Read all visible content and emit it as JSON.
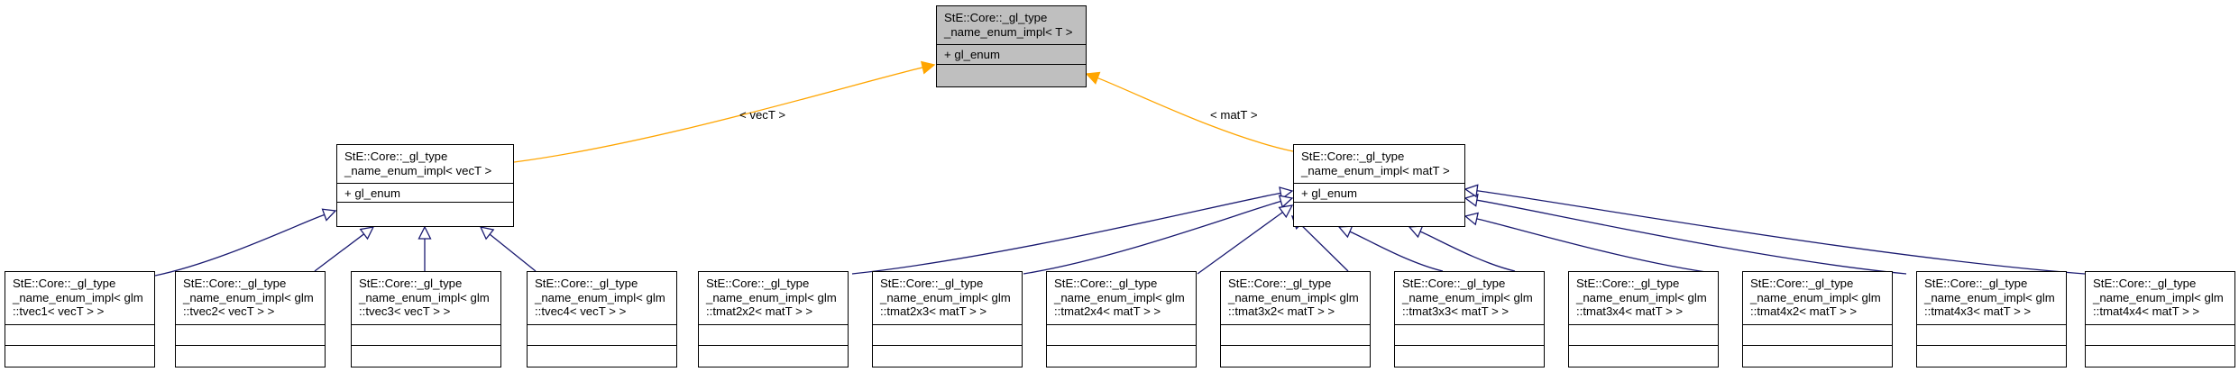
{
  "diagram": {
    "root": {
      "title_lines": [
        "StE::Core::_gl_type",
        "_name_enum_impl< T >"
      ],
      "member": "+ gl_enum"
    },
    "vec": {
      "title_lines": [
        "StE::Core::_gl_type",
        "_name_enum_impl< vecT >"
      ],
      "member": "+ gl_enum",
      "edge_label": "< vecT >"
    },
    "mat": {
      "title_lines": [
        "StE::Core::_gl_type",
        "_name_enum_impl< matT >"
      ],
      "member": "+ gl_enum",
      "edge_label": "< matT >"
    },
    "vec_children": [
      {
        "title_lines": [
          "StE::Core::_gl_type",
          "_name_enum_impl< glm",
          "::tvec1< vecT > >"
        ]
      },
      {
        "title_lines": [
          "StE::Core::_gl_type",
          "_name_enum_impl< glm",
          "::tvec2< vecT > >"
        ]
      },
      {
        "title_lines": [
          "StE::Core::_gl_type",
          "_name_enum_impl< glm",
          "::tvec3< vecT > >"
        ]
      },
      {
        "title_lines": [
          "StE::Core::_gl_type",
          "_name_enum_impl< glm",
          "::tvec4< vecT > >"
        ]
      }
    ],
    "mat_children": [
      {
        "title_lines": [
          "StE::Core::_gl_type",
          "_name_enum_impl< glm",
          "::tmat2x2< matT > >"
        ]
      },
      {
        "title_lines": [
          "StE::Core::_gl_type",
          "_name_enum_impl< glm",
          "::tmat2x3< matT > >"
        ]
      },
      {
        "title_lines": [
          "StE::Core::_gl_type",
          "_name_enum_impl< glm",
          "::tmat2x4< matT > >"
        ]
      },
      {
        "title_lines": [
          "StE::Core::_gl_type",
          "_name_enum_impl< glm",
          "::tmat3x2< matT > >"
        ]
      },
      {
        "title_lines": [
          "StE::Core::_gl_type",
          "_name_enum_impl< glm",
          "::tmat3x3< matT > >"
        ]
      },
      {
        "title_lines": [
          "StE::Core::_gl_type",
          "_name_enum_impl< glm",
          "::tmat3x4< matT > >"
        ]
      },
      {
        "title_lines": [
          "StE::Core::_gl_type",
          "_name_enum_impl< glm",
          "::tmat4x2< matT > >"
        ]
      },
      {
        "title_lines": [
          "StE::Core::_gl_type",
          "_name_enum_impl< glm",
          "::tmat4x3< matT > >"
        ]
      },
      {
        "title_lines": [
          "StE::Core::_gl_type",
          "_name_enum_impl< glm",
          "::tmat4x4< matT > >"
        ]
      }
    ],
    "colors": {
      "template_edge": "#ffa500",
      "inherit_edge": "#191970",
      "root_fill": "#bfbfbf"
    }
  }
}
